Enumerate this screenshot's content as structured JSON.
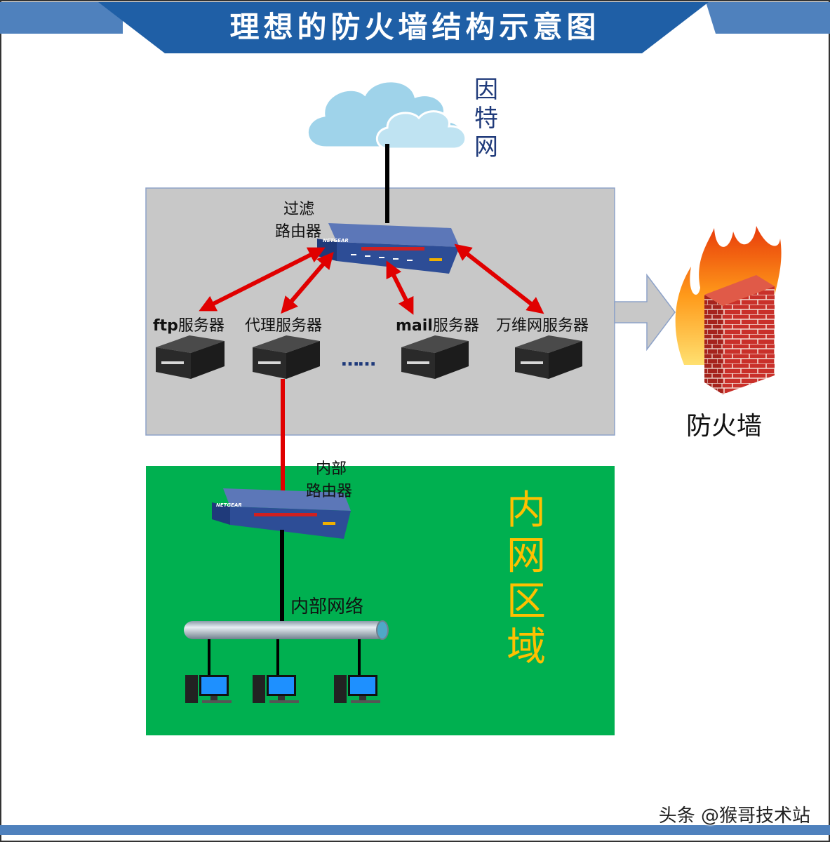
{
  "title": "理想的防火墙结构示意图",
  "internet": {
    "label": [
      "因",
      "特",
      "网"
    ]
  },
  "filter_router": {
    "label_line1": "过滤",
    "label_line2": "路由器"
  },
  "servers": [
    {
      "bold": "ftp",
      "text": "服务器"
    },
    {
      "bold": "",
      "text": "代理服务器"
    },
    {
      "bold": "mail",
      "text": "服务器"
    },
    {
      "bold": "",
      "text": "万维网服务器"
    }
  ],
  "ellipsis": "……",
  "firewall": {
    "label": "防火墙"
  },
  "internal_router": {
    "label_line1": "内部",
    "label_line2": "路由器"
  },
  "internal_network": {
    "label": "内部网络"
  },
  "intranet_zone": {
    "label": [
      "内",
      "网",
      "区",
      "域"
    ]
  },
  "watermark": "头条 @猴哥技术站",
  "colors": {
    "banner": "#1f5fa6",
    "gray_zone": "#c8c8c8",
    "green_zone": "#00b050",
    "zone_text": "#ffc000",
    "link_red": "#e00000",
    "internet_text": "#1f3a7a"
  }
}
